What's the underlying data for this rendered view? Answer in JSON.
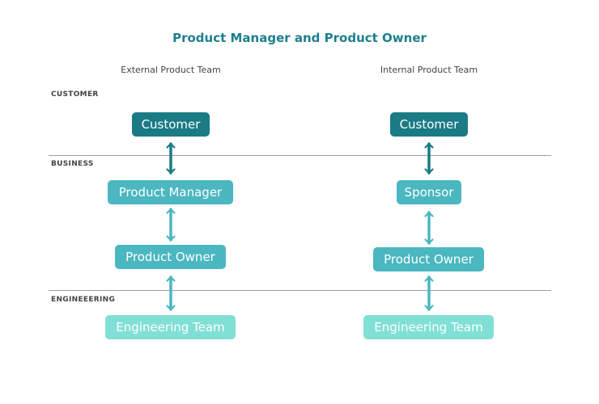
{
  "title": "Product Manager and Product Owner",
  "columns": {
    "external": {
      "heading": "External Product Team",
      "customer": "Customer",
      "business_top": "Product Manager",
      "business_bottom": "Product Owner",
      "engineering": "Engineering Team"
    },
    "internal": {
      "heading": "Internal Product Team",
      "customer": "Customer",
      "business_top": "Sponsor",
      "business_bottom": "Product Owner",
      "engineering": "Engineering Team"
    }
  },
  "rows": {
    "customer": "CUSTOMER",
    "business": "BUSINESS",
    "engineering": "ENGINEEERING"
  },
  "colors": {
    "title": "#1e7f8c",
    "dark_box": "#1a7b85",
    "mid_box": "#4bb7c0",
    "light_box": "#81e0d5",
    "dark_arrow": "#1a7b85",
    "mid_arrow": "#4bb7c0"
  }
}
